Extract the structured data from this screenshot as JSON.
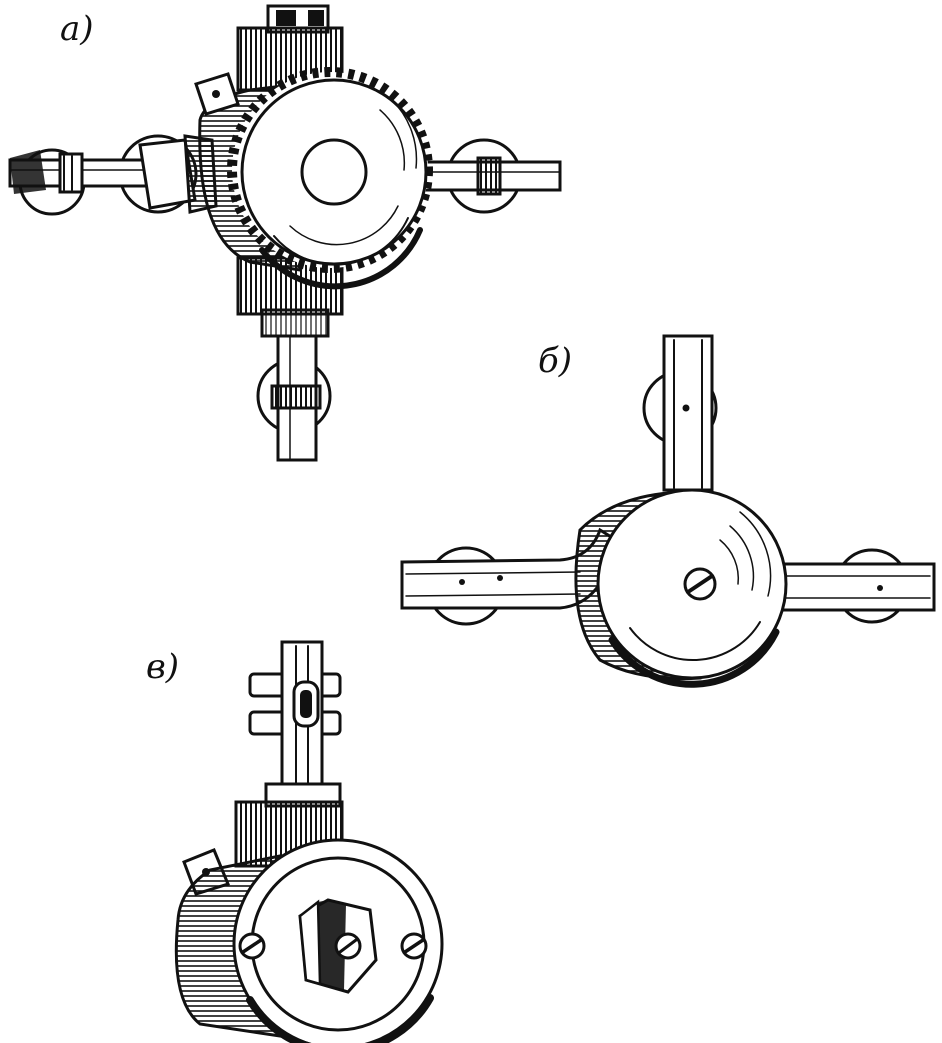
{
  "labels": {
    "a": "а)",
    "b": "б)",
    "c": "в)"
  },
  "colors": {
    "ink": "#111111",
    "paper": "#ffffff"
  }
}
